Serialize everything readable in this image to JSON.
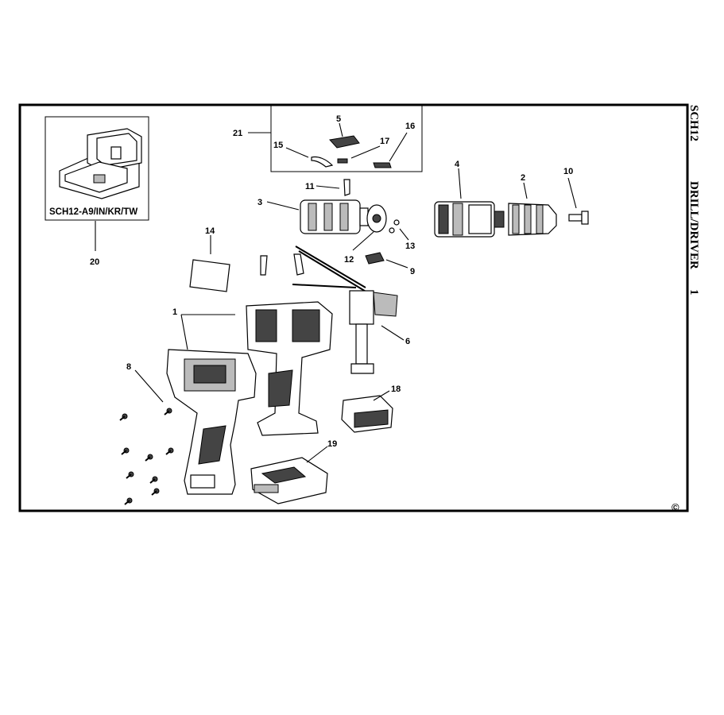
{
  "title": {
    "model": "SCH12",
    "product": "DRILL/DRIVER",
    "sheet": "1"
  },
  "copyright_symbol": "©",
  "kit_label": "SCH12-A9/IN/KR/TW",
  "parts": [
    {
      "ref": "1",
      "name_icon": "housing-shell"
    },
    {
      "ref": "2",
      "name_icon": "keyless-chuck"
    },
    {
      "ref": "3",
      "name_icon": "motor"
    },
    {
      "ref": "4",
      "name_icon": "gearbox"
    },
    {
      "ref": "5",
      "name_icon": "small-part"
    },
    {
      "ref": "6",
      "name_icon": "switch"
    },
    {
      "ref": "8",
      "name_icon": "screw"
    },
    {
      "ref": "9",
      "name_icon": "forward-reverse-button"
    },
    {
      "ref": "10",
      "name_icon": "chuck-screw"
    },
    {
      "ref": "11",
      "name_icon": "clip"
    },
    {
      "ref": "12",
      "name_icon": "motor-plate"
    },
    {
      "ref": "13",
      "name_icon": "washer"
    },
    {
      "ref": "14",
      "name_icon": "nameplate"
    },
    {
      "ref": "15",
      "name_icon": "spring-wire"
    },
    {
      "ref": "16",
      "name_icon": "latch"
    },
    {
      "ref": "17",
      "name_icon": "spring"
    },
    {
      "ref": "18",
      "name_icon": "battery-pack"
    },
    {
      "ref": "19",
      "name_icon": "charger"
    },
    {
      "ref": "20",
      "name_icon": "kitbox"
    },
    {
      "ref": "21",
      "name_icon": "parts-group"
    }
  ],
  "colors": {
    "ink": "#000000",
    "paper": "#ffffff",
    "shade_dark": "#444444",
    "shade_light": "#bbbbbb"
  }
}
